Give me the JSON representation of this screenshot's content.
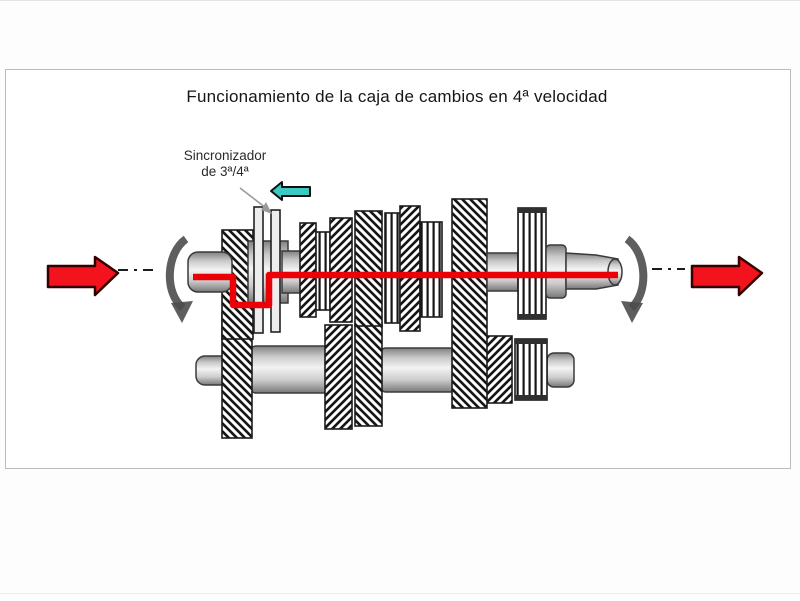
{
  "slide": {
    "title": "Funcionamiento de la caja de cambios en 4ª velocidad"
  },
  "callout": {
    "line1": "Sincronizador",
    "line2": "de 3ª/4ª"
  },
  "colors": {
    "flow_red": "#ec0008",
    "arrow_red": "#f2131c",
    "arrow_outline": "#350000",
    "cyan_fill": "#3cc8c3",
    "cyan_outline": "#101010",
    "sketch_gray": "#4c4c4c",
    "leader_gray": "#9a9a9a",
    "ink": "#1c1c1c",
    "border_gray": "#bcbcbc",
    "title_color": "#161616",
    "page_bg": "#fdfdfd"
  },
  "icons": {
    "input_arrow": "red-right-arrow",
    "output_arrow": "red-right-arrow",
    "synchronizer_pointer": "cyan-left-arrow",
    "rotation_left": "curved-down-arrow",
    "rotation_right": "curved-down-arrow"
  }
}
